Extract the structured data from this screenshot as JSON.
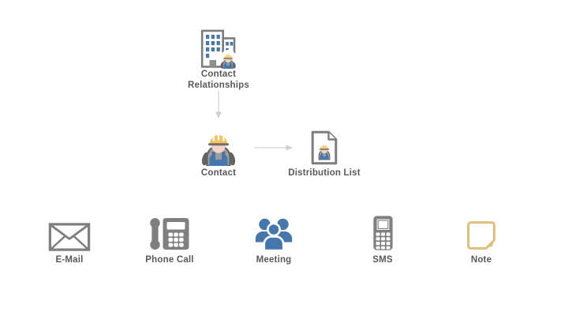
{
  "diagram": {
    "nodes": [
      {
        "id": "contact-relationships",
        "label": "Contact Relationships",
        "icon": "building-worker-icon"
      },
      {
        "id": "contact",
        "label": "Contact",
        "icon": "construction-worker-icon"
      },
      {
        "id": "distribution-list",
        "label": "Distribution List",
        "icon": "document-worker-icon"
      }
    ],
    "connectors": [
      {
        "from": "contact-relationships",
        "to": "contact",
        "direction": "down"
      },
      {
        "from": "contact",
        "to": "distribution-list",
        "direction": "right"
      }
    ]
  },
  "activities": [
    {
      "label": "E-Mail",
      "icon": "envelope-icon"
    },
    {
      "label": "Phone Call",
      "icon": "desk-phone-icon"
    },
    {
      "label": "Meeting",
      "icon": "people-group-icon"
    },
    {
      "label": "SMS",
      "icon": "mobile-phone-icon"
    },
    {
      "label": "Note",
      "icon": "sticky-note-icon"
    }
  ],
  "colors": {
    "icon_gray": "#7f7f7f",
    "accent_blue": "#4577ad",
    "hat_yellow": "#f0c665",
    "skin_tone": "#f5d2c4",
    "note_tan": "#dfbe78",
    "label_text": "#595959",
    "connector_gray": "#d0d0d0"
  }
}
